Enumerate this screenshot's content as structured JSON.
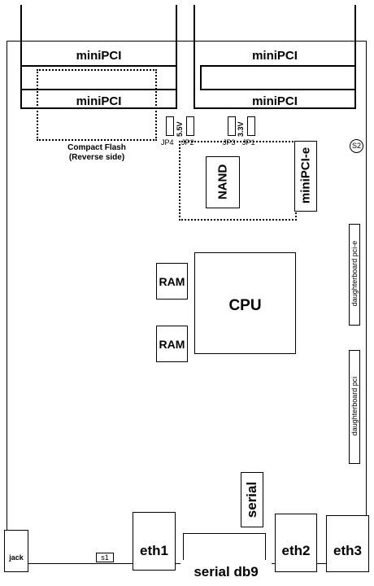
{
  "minipci_slots": [
    {
      "label": "miniPCI"
    },
    {
      "label": "miniPCI"
    },
    {
      "label": "miniPCI"
    },
    {
      "label": "miniPCI"
    }
  ],
  "compact_flash": {
    "title": "Compact Flash",
    "subtitle": "(Reverse side)"
  },
  "jumpers": {
    "jp4": "JP4",
    "jp2": "JP2",
    "jp3": "JP3",
    "jp1": "JP1",
    "v55": "5.5V",
    "v33": "3.3V"
  },
  "s2": "S2",
  "nand": "NAND",
  "minipcie": "miniPCI-e",
  "ram1": "RAM",
  "ram2": "RAM",
  "cpu": "CPU",
  "daughterboard_pcie": "daughterboard pci-e",
  "daughterboard_pci": "daughterboard pci",
  "serial": "serial",
  "jack": "jack",
  "s1": "s1",
  "eth1": "eth1",
  "serial_db9": "serial db9",
  "eth2": "eth2",
  "eth3": "eth3"
}
